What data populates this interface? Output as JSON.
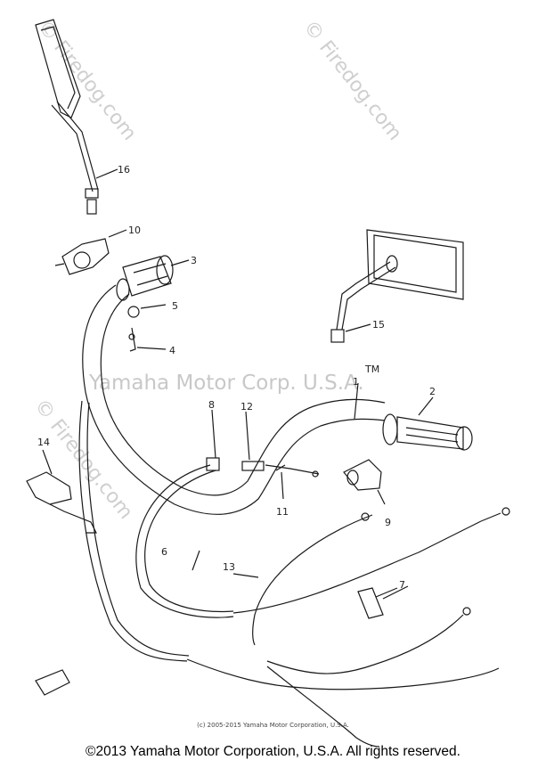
{
  "watermarks": {
    "corner": "© Firedog.com",
    "brand": "Yamaha Motor Corp. U.S.A.",
    "tm": "TM"
  },
  "callouts": [
    "1",
    "2",
    "3",
    "4",
    "5",
    "6",
    "7",
    "8",
    "9",
    "10",
    "11",
    "12",
    "13",
    "14",
    "15",
    "16"
  ],
  "footer": {
    "small_copyright": "(c) 2005-2015 Yamaha Motor Corporation, U.S.A.",
    "copyright": "©2013 Yamaha Motor Corporation, U.S.A. All rights reserved."
  }
}
